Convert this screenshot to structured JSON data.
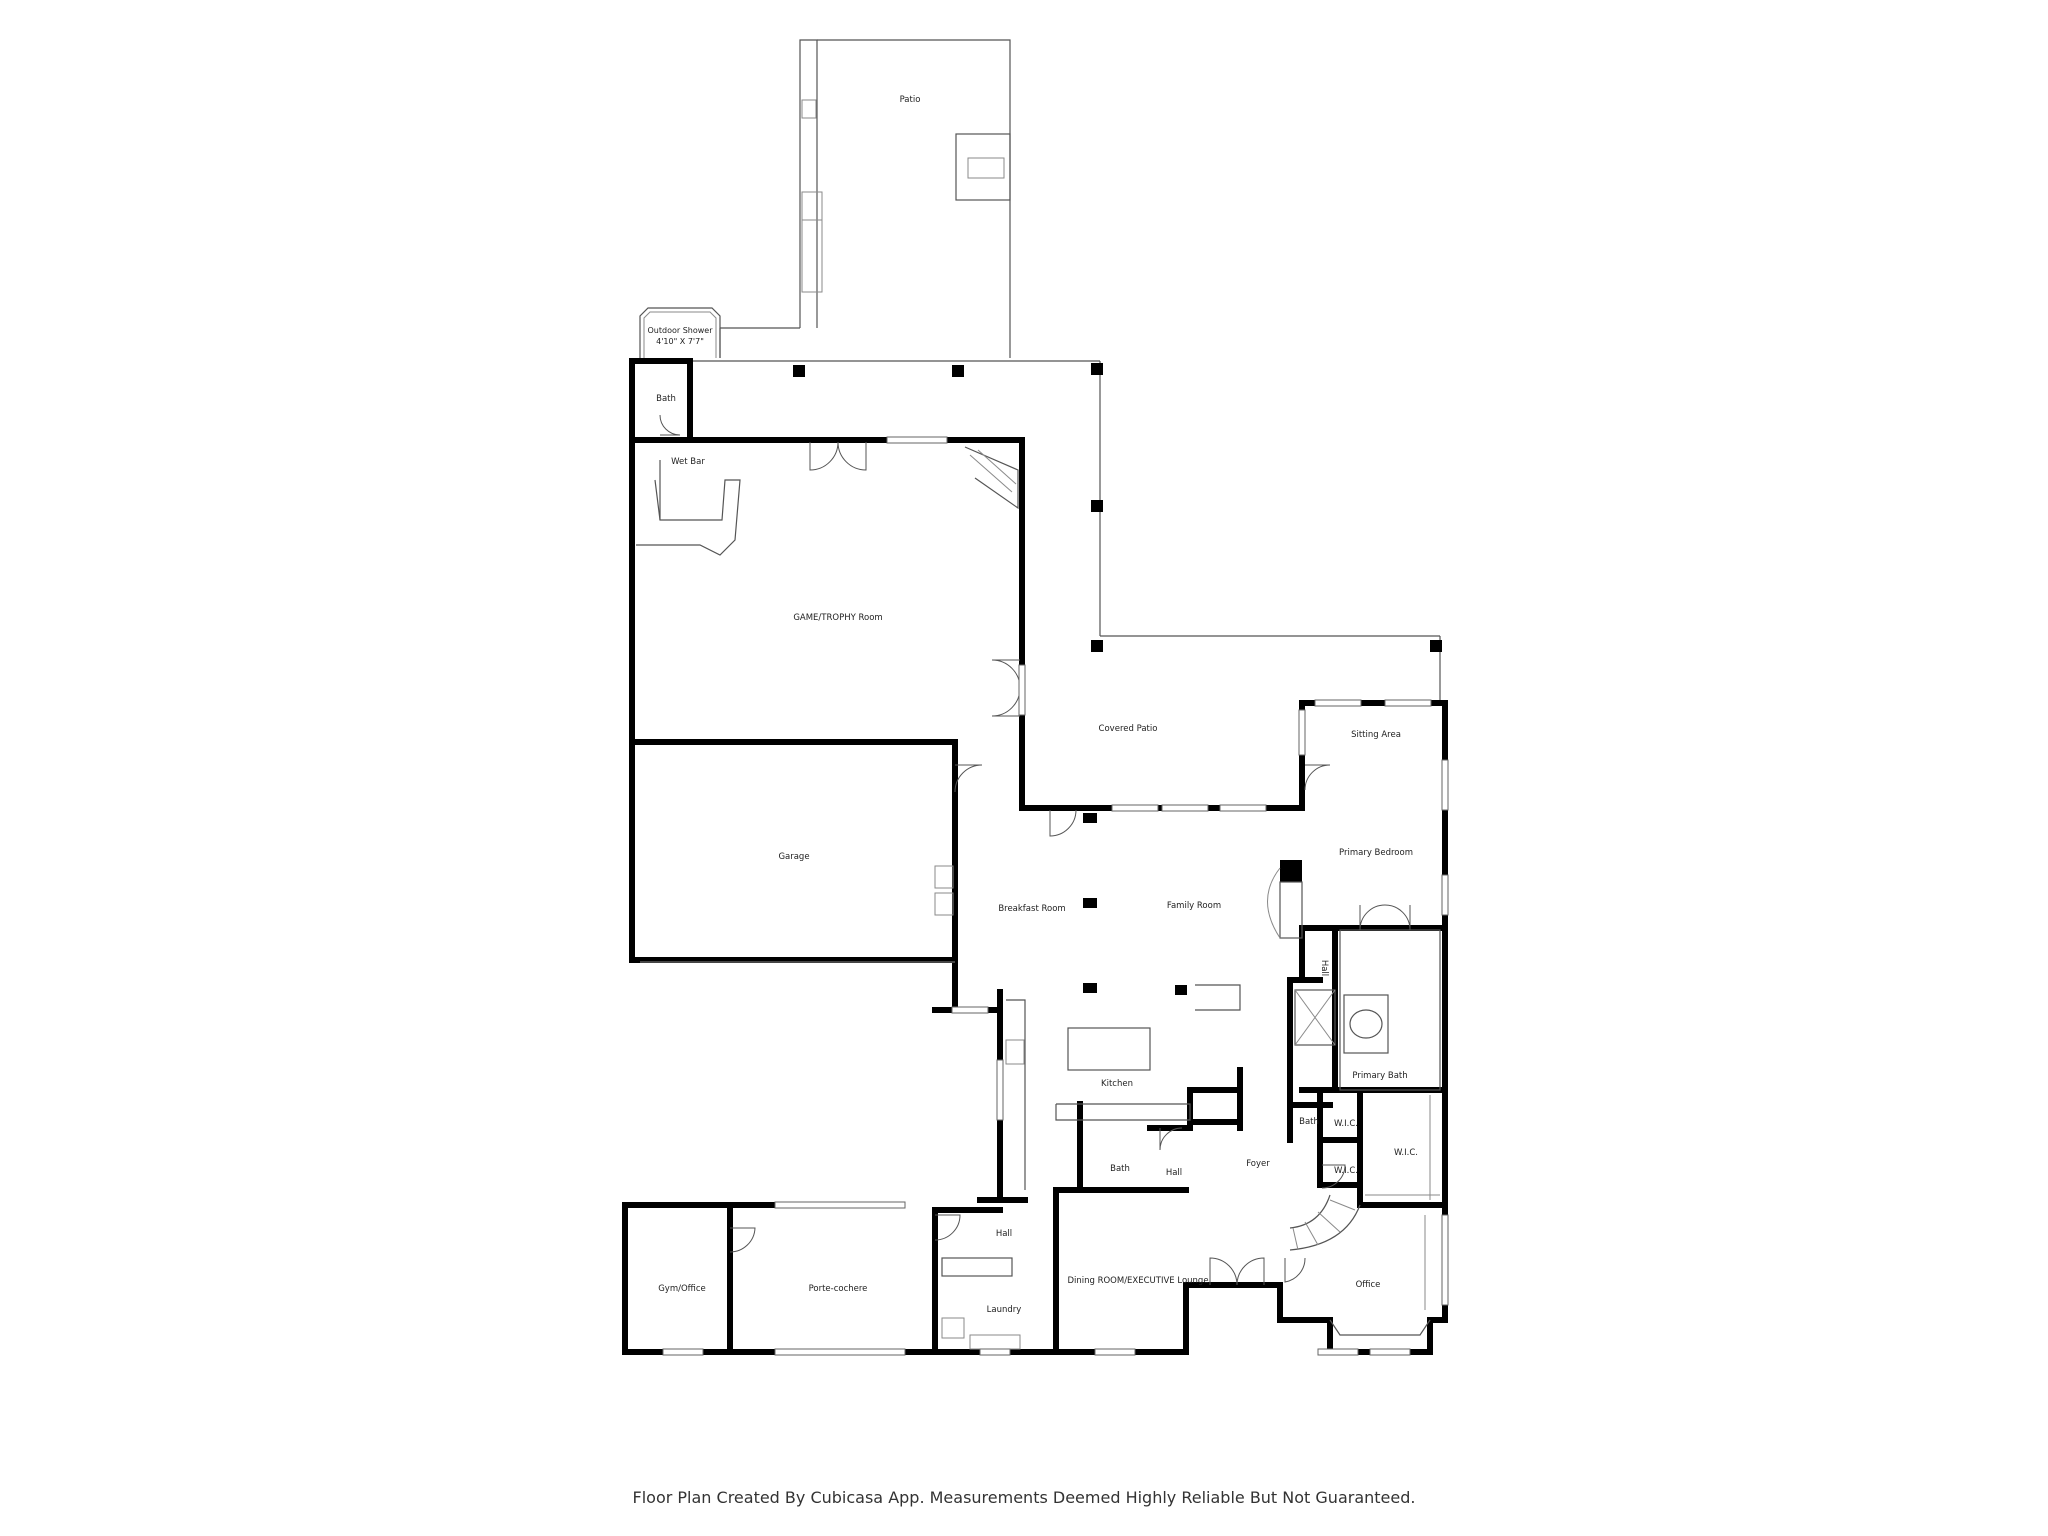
{
  "rooms": {
    "patio": "Patio",
    "outdoor_shower": "Outdoor Shower",
    "outdoor_shower_dims": "4'10\" X 7'7\"",
    "bath_top": "Bath",
    "wet_bar": "Wet Bar",
    "game_room": "GAME/TROPHY Room",
    "covered_patio": "Covered Patio",
    "sitting_area": "Sitting Area",
    "garage": "Garage",
    "primary_bedroom": "Primary Bedroom",
    "breakfast_room": "Breakfast Room",
    "family_room": "Family Room",
    "hall_vertical": "Hall",
    "primary_bath": "Primary Bath",
    "kitchen": "Kitchen",
    "bath_small": "Bath",
    "wic_1": "W.I.C.",
    "wic_2": "W.I.C.",
    "wic_3": "W.I.C.",
    "bath_mid": "Bath",
    "hall_mid": "Hall",
    "foyer": "Foyer",
    "hall_lower": "Hall",
    "gym_office": "Gym/Office",
    "porte_cochere": "Porte-cochere",
    "dining": "Dining ROOM/EXECUTIVE Lounge",
    "office": "Office",
    "laundry": "Laundry"
  },
  "footer": {
    "text": "Floor Plan Created By Cubicasa App. Measurements Deemed Highly Reliable But Not Guaranteed."
  }
}
